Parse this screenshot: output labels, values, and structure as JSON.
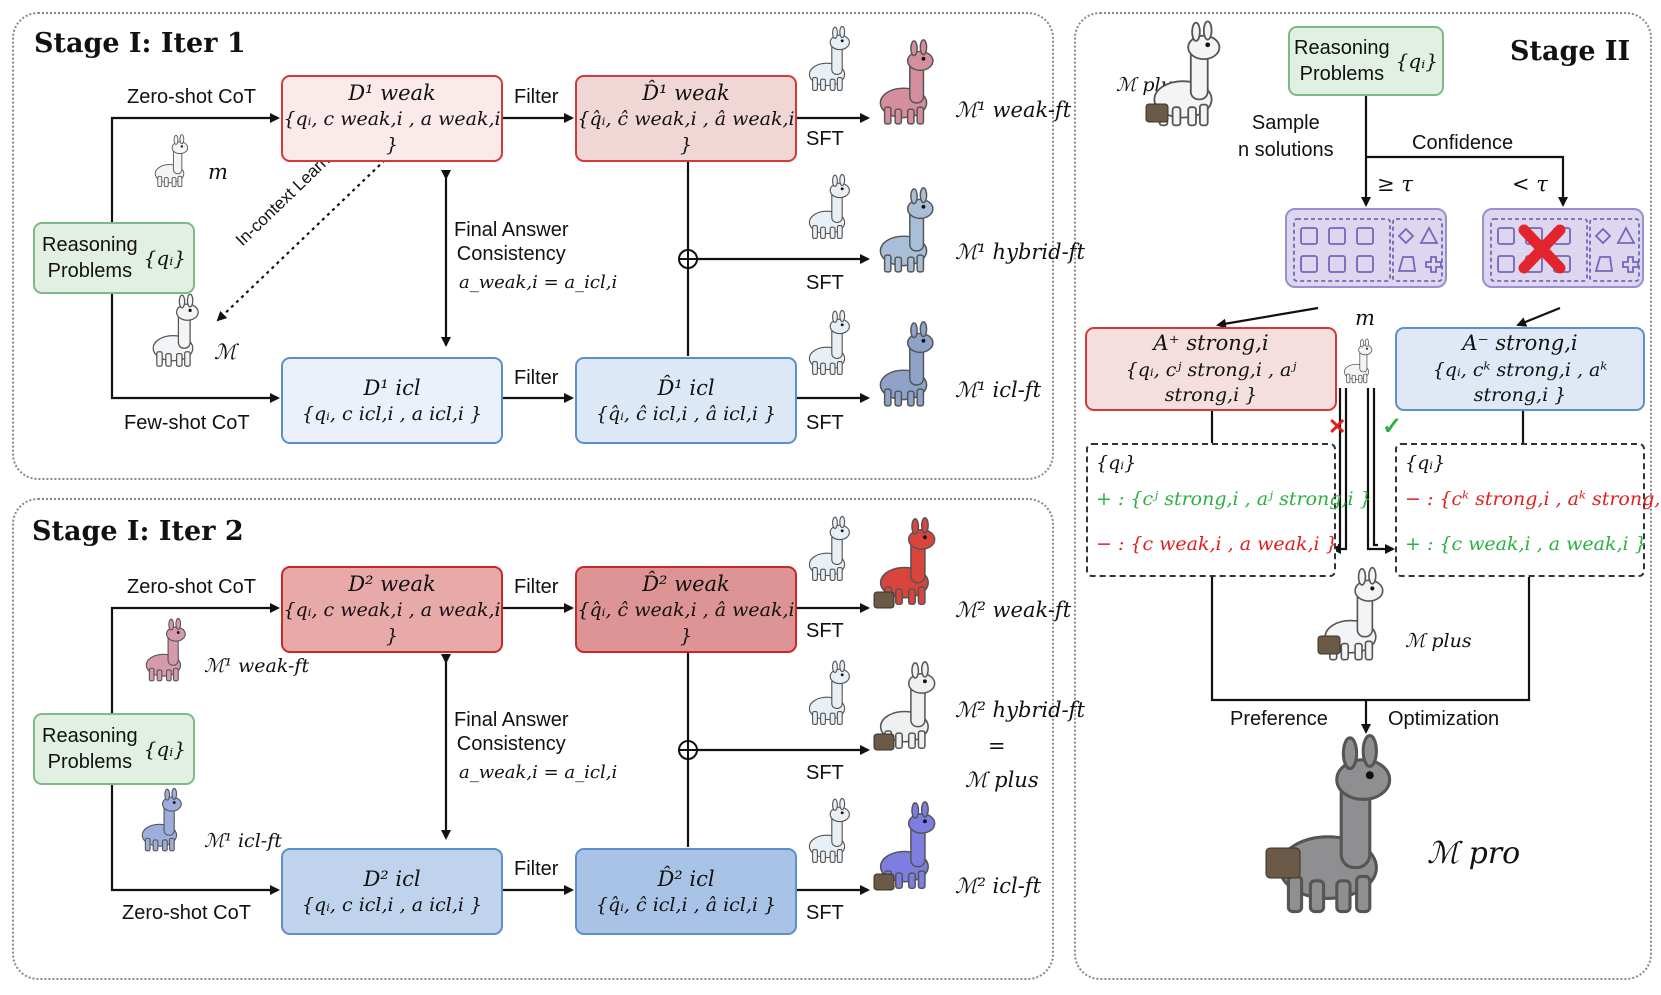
{
  "colors": {
    "red_border": "#d23a3a",
    "blue_border": "#5c8fcc",
    "green": "#2bb043",
    "red_text": "#e02020",
    "purple": "#dcd6ef"
  },
  "stage1_iter1": {
    "title": "Stage I: Iter 1",
    "zero_shot": "Zero-shot CoT",
    "few_shot": "Few-shot CoT",
    "filter_top": "Filter",
    "filter_bottom": "Filter",
    "icl": "In-context Learning",
    "consistency_1": "Final Answer",
    "consistency_2": "Consistency",
    "consistency_eq": "a_weak,i = a_icl,i",
    "reasoning_1": "Reasoning",
    "reasoning_2": "Problems",
    "qi": "{qᵢ}",
    "m_small": "m",
    "m_big": "ℳ",
    "d_weak_title": "D¹ weak",
    "d_weak_set": "{qᵢ, c weak,i , a weak,i }",
    "d_weak_hat_title": "D̂¹ weak",
    "d_weak_hat_set": "{q̂ᵢ, ĉ weak,i , â weak,i }",
    "d_icl_title": "D¹ icl",
    "d_icl_set": "{qᵢ, c icl,i , a icl,i }",
    "d_icl_hat_title": "D̂¹ icl",
    "d_icl_hat_set": "{q̂ᵢ, ĉ icl,i , â icl,i }",
    "sft1": "SFT",
    "sft2": "SFT",
    "sft3": "SFT",
    "out1": "ℳ¹ weak-ft",
    "out2": "ℳ¹ hybrid-ft",
    "out3": "ℳ¹ icl-ft"
  },
  "stage1_iter2": {
    "title": "Stage I: Iter 2",
    "zero_shot_top": "Zero-shot CoT",
    "zero_shot_bottom": "Zero-shot CoT",
    "filter_top": "Filter",
    "filter_bottom": "Filter",
    "consistency_1": "Final Answer",
    "consistency_2": "Consistency",
    "consistency_eq": "a_weak,i = a_icl,i",
    "reasoning_1": "Reasoning",
    "reasoning_2": "Problems",
    "qi": "{qᵢ}",
    "m_weak": "ℳ¹ weak-ft",
    "m_icl": "ℳ¹ icl-ft",
    "d_weak_title": "D² weak",
    "d_weak_set": "{qᵢ, c weak,i , a weak,i }",
    "d_weak_hat_title": "D̂² weak",
    "d_weak_hat_set": "{q̂ᵢ, ĉ weak,i , â weak,i }",
    "d_icl_title": "D² icl",
    "d_icl_set": "{qᵢ, c icl,i , a icl,i }",
    "d_icl_hat_title": "D̂² icl",
    "d_icl_hat_set": "{q̂ᵢ, ĉ icl,i , â icl,i }",
    "sft1": "SFT",
    "sft2": "SFT",
    "sft3": "SFT",
    "out1": "ℳ² weak-ft",
    "out2": "ℳ² hybrid-ft",
    "out2_eq": "=",
    "out2_plus": "ℳ plus",
    "out3": "ℳ² icl-ft"
  },
  "stage2": {
    "title": "Stage II",
    "reasoning_1": "Reasoning",
    "reasoning_2": "Problems",
    "qi": "{qᵢ}",
    "m_plus_top": "ℳ plus",
    "sample_1": "Sample",
    "sample_2": "n solutions",
    "confidence": "Confidence",
    "ge_tau": "≥ τ",
    "lt_tau": "< τ",
    "m_small": "m",
    "a_pos_title": "A⁺ strong,i",
    "a_pos_set": "{qᵢ, cʲ strong,i , aʲ strong,i }",
    "a_neg_title": "A⁻ strong,i",
    "a_neg_set": "{qᵢ, cᵏ strong,i , aᵏ strong,i }",
    "cross": "✕",
    "check": "✓",
    "left_qi": "{qᵢ}",
    "left_pos": "+ : {cʲ strong,i , aʲ strong,i }",
    "left_neg": "− : {c weak,i , a weak,i }",
    "right_qi": "{qᵢ}",
    "right_neg": "− : {cᵏ strong,i , aᵏ strong,i }",
    "right_pos": "+ : {c weak,i , a weak,i }",
    "m_plus_mid": "ℳ plus",
    "preference": "Preference",
    "optimization": "Optimization",
    "m_pro": "ℳ pro"
  }
}
